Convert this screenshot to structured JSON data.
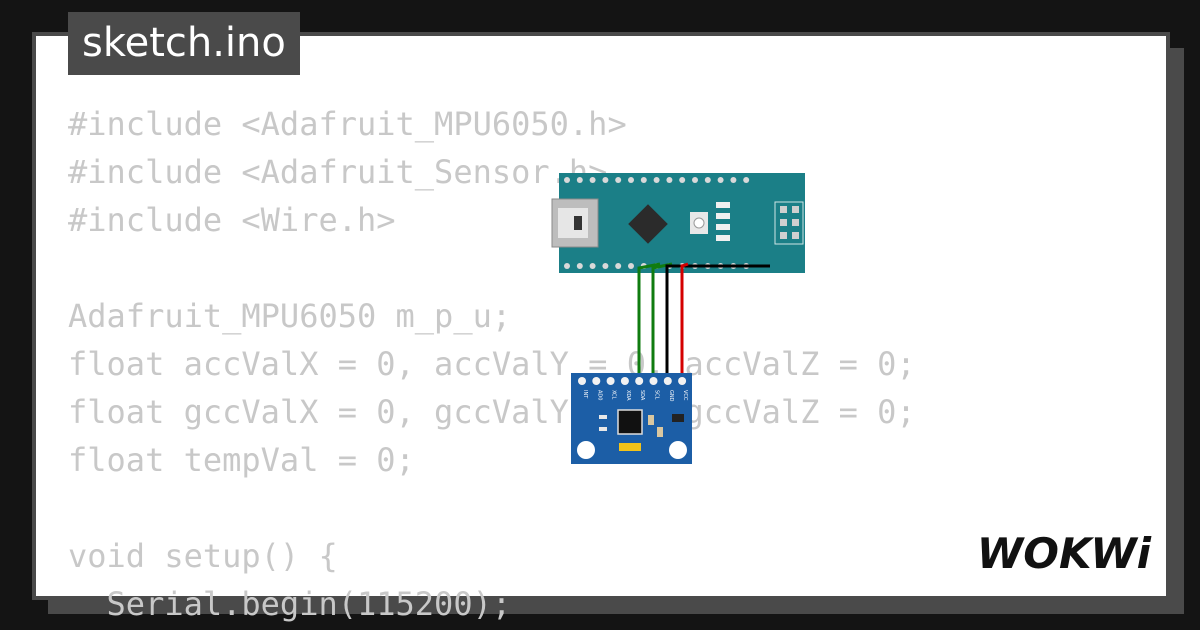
{
  "file_tab": {
    "label": "sketch.ino"
  },
  "code_lines": [
    "#include <Adafruit_MPU6050.h>",
    "#include <Adafruit_Sensor.h>",
    "#include <Wire.h>",
    "",
    "Adafruit_MPU6050 m_p_u;",
    "float accValX = 0, accValY = 0, accValZ = 0;",
    "float gccValX = 0, gccValY = 0, gccValZ = 0;",
    "float tempVal = 0;",
    "",
    "void setup() {",
    "  Serial.begin(115200);"
  ],
  "mpu_pins": [
    "INT",
    "AD0",
    "XCL",
    "XDA",
    "SDA",
    "SCL",
    "GND",
    "VCC"
  ],
  "brand": {
    "logo_text": "WOKWi"
  },
  "colors": {
    "board_teal": "#1b7f87",
    "sensor_blue": "#1c5ea6",
    "wire_green": "#107c10",
    "wire_black": "#000000",
    "wire_red": "#d40000"
  }
}
